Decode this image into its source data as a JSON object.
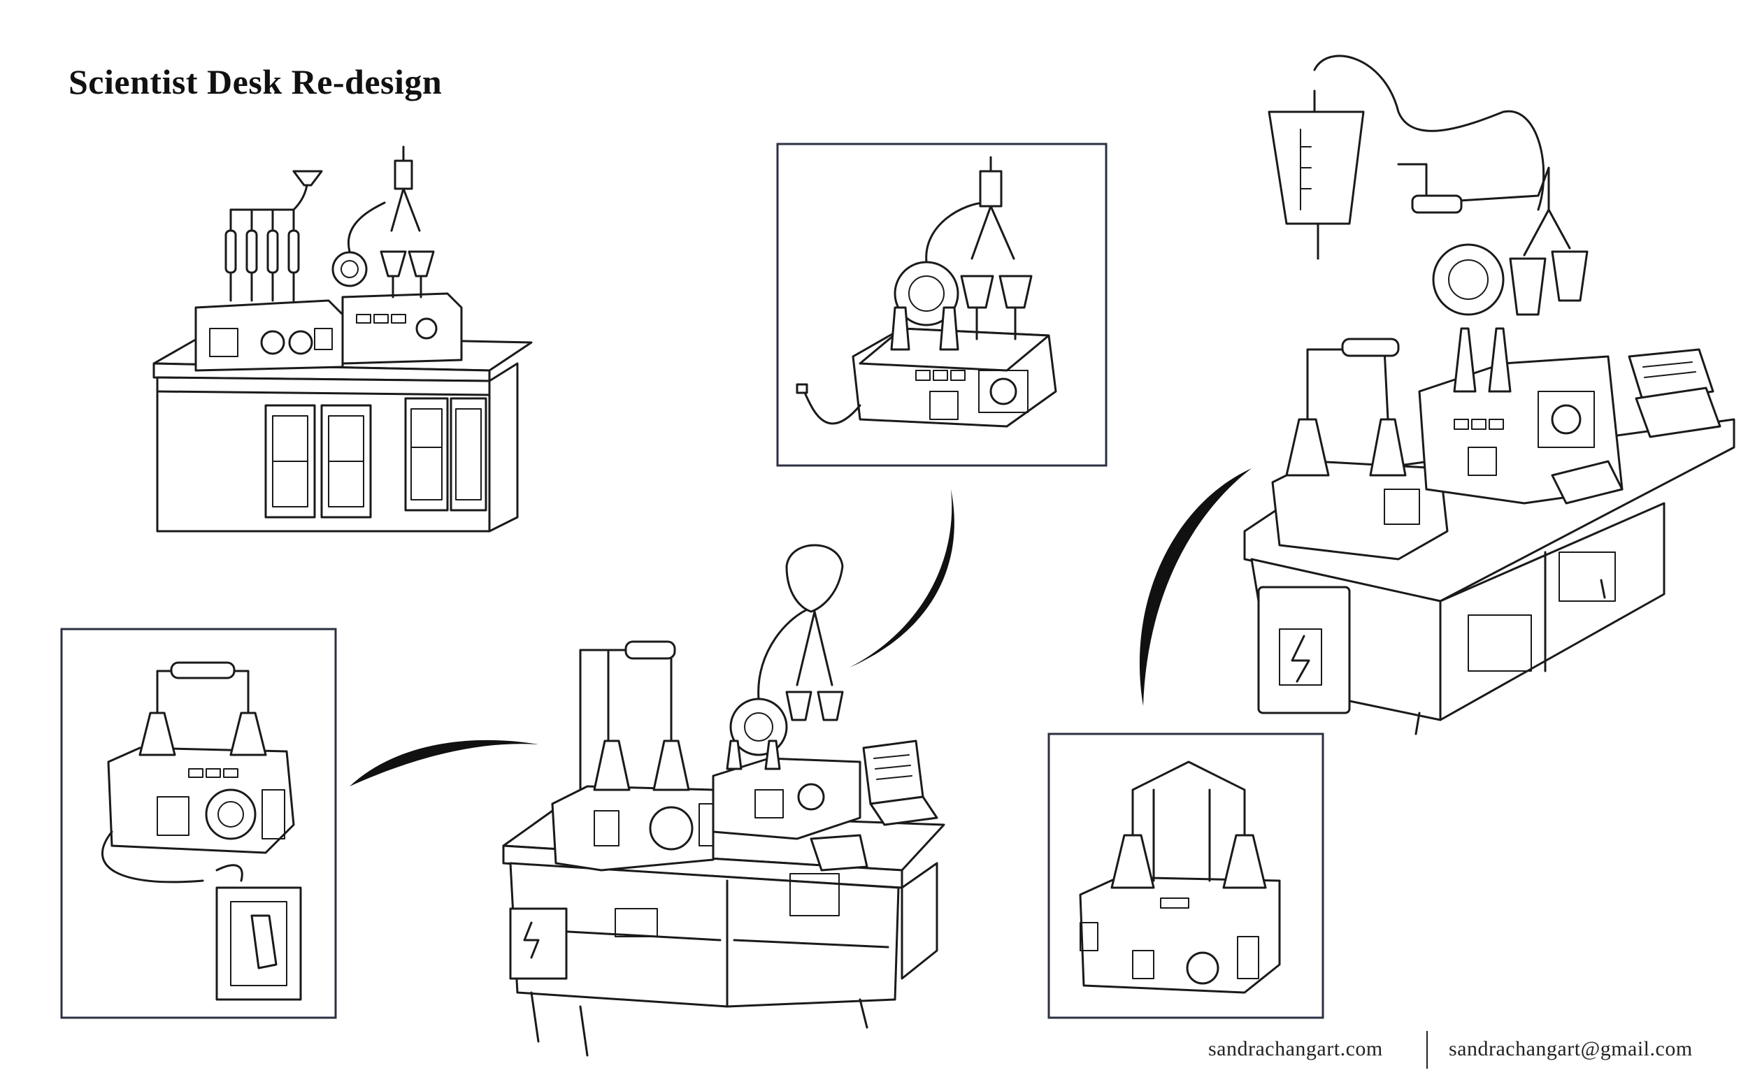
{
  "title": "Scientist Desk Re-design",
  "footer": {
    "website": "sandrachangart.com",
    "email": "sandrachangart@gmail.com"
  },
  "ink_color": "#1a1a1a",
  "frame_color": "#2b3042"
}
